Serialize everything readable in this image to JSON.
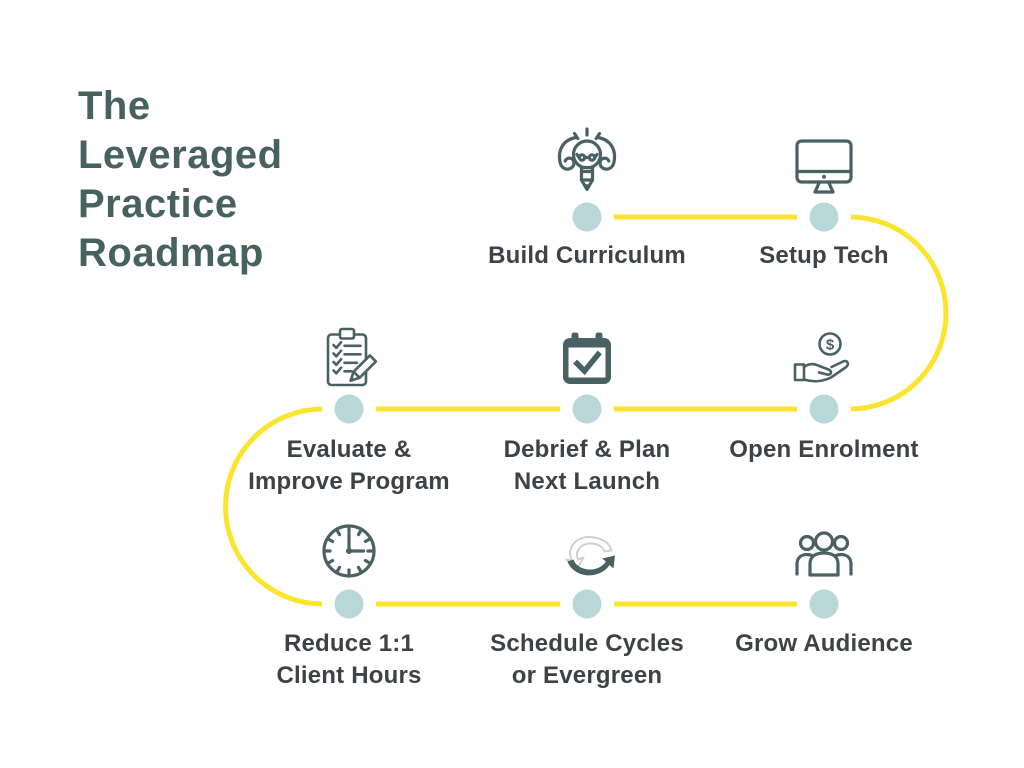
{
  "title": "The\nLeveraged\nPractice\nRoadmap",
  "colors": {
    "title_text": "#47615E",
    "label_text": "#3F4244",
    "icon_slate": "#4A6163",
    "path_yellow": "#FBE42E",
    "node_dot_teal": "#B9D7D8",
    "cycle_light_gray": "#CFCFCF",
    "background": "#FFFFFF"
  },
  "steps": [
    {
      "id": "build-curriculum",
      "label": "Build Curriculum",
      "icon": "idea-strength-icon"
    },
    {
      "id": "setup-tech",
      "label": "Setup Tech",
      "icon": "desktop-monitor-icon"
    },
    {
      "id": "open-enrolment",
      "label": "Open Enrolment",
      "icon": "hand-coin-icon"
    },
    {
      "id": "debrief-plan",
      "label": "Debrief & Plan\nNext Launch",
      "icon": "calendar-check-icon"
    },
    {
      "id": "evaluate-improve",
      "label": "Evaluate &\nImprove Program",
      "icon": "clipboard-checklist-icon"
    },
    {
      "id": "reduce-hours",
      "label": "Reduce 1:1\nClient Hours",
      "icon": "clock-icon"
    },
    {
      "id": "schedule-cycles",
      "label": "Schedule Cycles\nor Evergreen",
      "icon": "cycle-arrows-icon"
    },
    {
      "id": "grow-audience",
      "label": "Grow Audience",
      "icon": "people-group-icon"
    }
  ]
}
